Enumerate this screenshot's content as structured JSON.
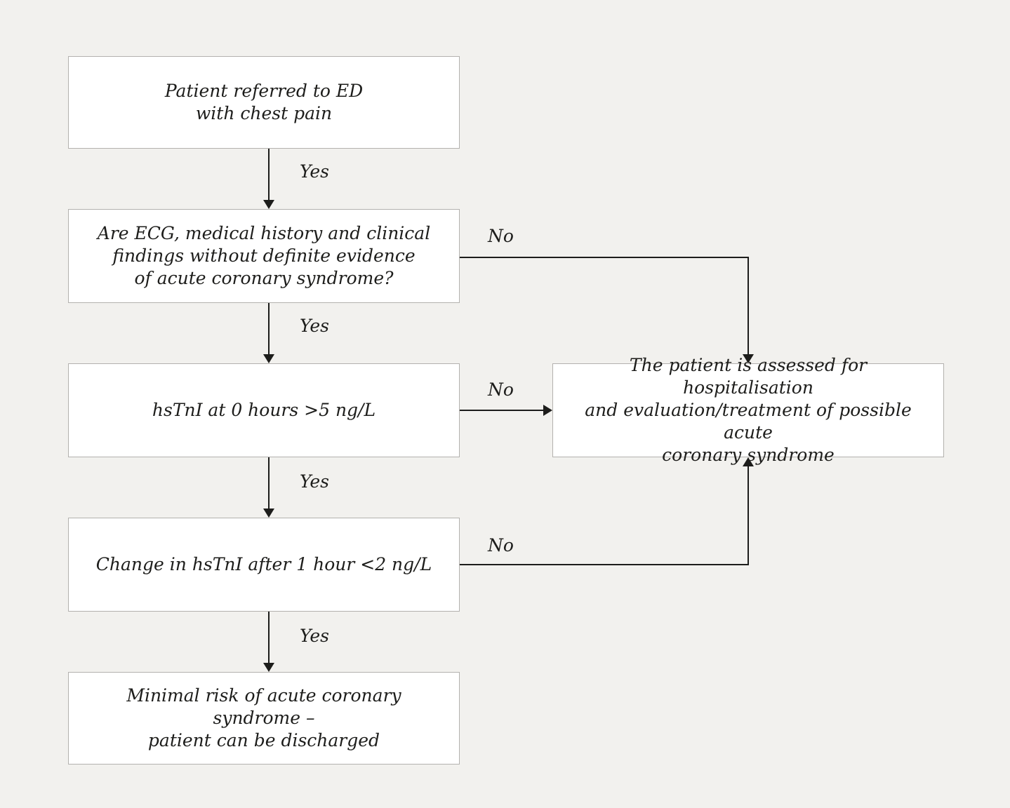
{
  "diagram": {
    "type": "flowchart",
    "nodes": {
      "referral": {
        "text": "Patient referred to ED\nwith chest pain"
      },
      "triage_question": {
        "text": "Are ECG, medical history and clinical\nfindings without definite evidence\nof acute coronary syndrome?"
      },
      "hstni_0h": {
        "text": "hsTnI at 0 hours >5 ng/L"
      },
      "hstni_change": {
        "text": "Change in hsTnI after 1 hour <2 ng/L"
      },
      "discharge": {
        "text": "Minimal risk of acute coronary syndrome –\npatient can be discharged"
      },
      "hospitalisation": {
        "text": "The patient is assessed for hospitalisation\nand evaluation/treatment of possible acute\ncoronary syndrome"
      }
    },
    "edge_labels": {
      "yes": "Yes",
      "no": "No"
    },
    "colors": {
      "background": "#f2f1ee",
      "node_fill": "#ffffff",
      "node_border": "#b3b1ae",
      "line": "#1d1d1b",
      "text": "#1d1d1b"
    }
  }
}
